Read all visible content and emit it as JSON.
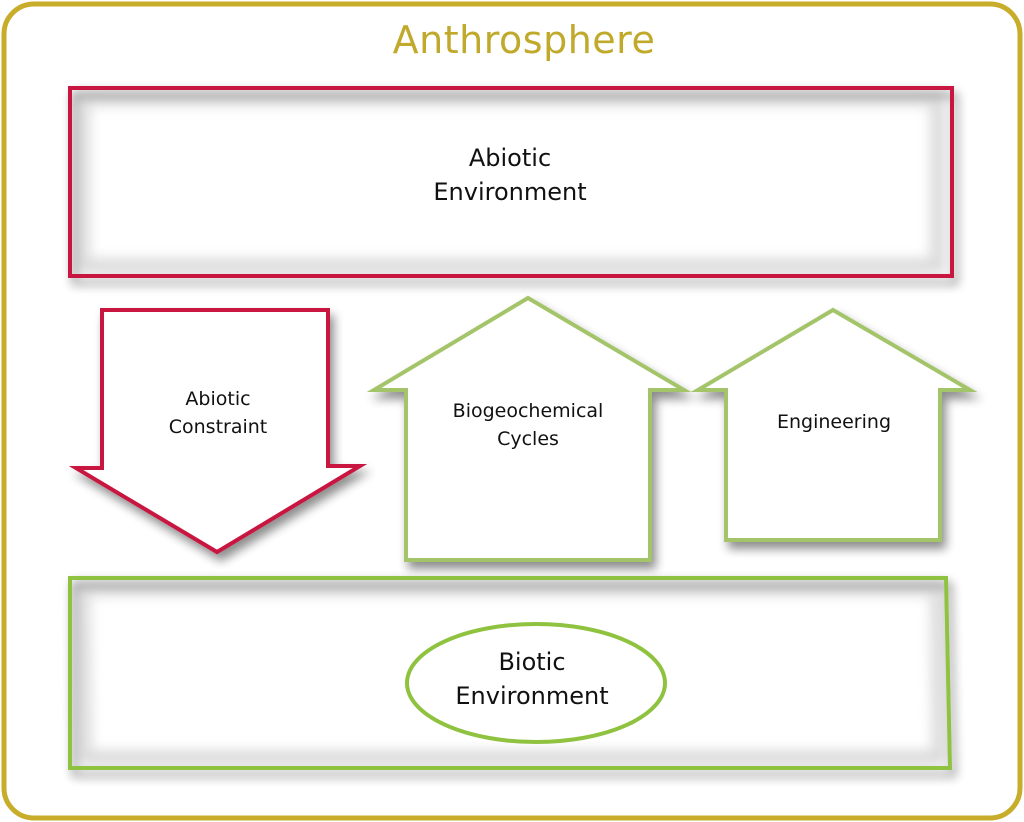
{
  "title": "Anthrosphere",
  "colors": {
    "frame": "#c8ad2a",
    "title": "#c0a92b",
    "abiotic": "#c8163f",
    "biotic_box": "#8fc23f",
    "arrow_green": "#a4c46a",
    "text": "#111111"
  },
  "abiotic_environment": {
    "line1": "Abiotic",
    "line2": "Environment"
  },
  "abiotic_constraint": {
    "line1": "Abiotic",
    "line2": "Constraint"
  },
  "biogeochemical_cycles": {
    "line1": "Biogeochemical",
    "line2": "Cycles"
  },
  "engineering": {
    "label": "Engineering"
  },
  "biotic_environment": {
    "line1": "Biotic",
    "line2": "Environment"
  }
}
